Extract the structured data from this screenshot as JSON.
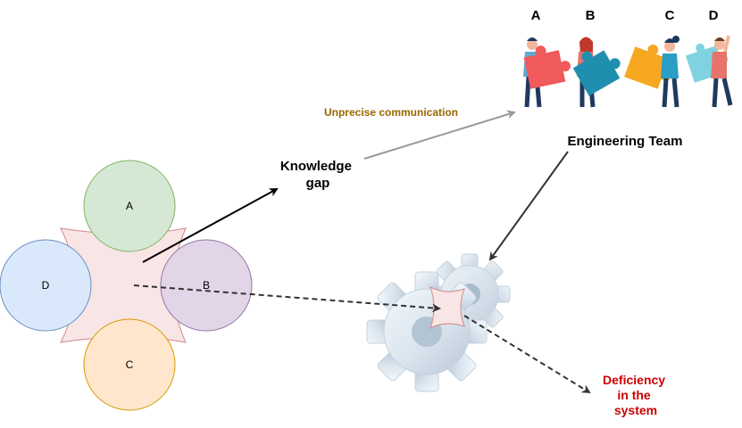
{
  "circles": {
    "a": {
      "label": "A",
      "fill": "#d5e8d4",
      "stroke": "#82b366"
    },
    "b": {
      "label": "B",
      "fill": "#e1d5e7",
      "stroke": "#9673a6"
    },
    "c": {
      "label": "C",
      "fill": "#ffe6cc",
      "stroke": "#d79b00"
    },
    "d": {
      "label": "D",
      "fill": "#dae8fc",
      "stroke": "#6c8ebf"
    }
  },
  "gap_shape": {
    "fill": "#f8e5e5",
    "stroke": "#d28a8a"
  },
  "labels": {
    "knowledge_gap_line1": "Knowledge",
    "knowledge_gap_line2": "gap",
    "unprecise_communication": "Unprecise communication",
    "engineering_team": "Engineering Team",
    "deficiency_line1": "Deficiency",
    "deficiency_line2": "in the",
    "deficiency_line3": "system"
  },
  "team": {
    "members": [
      {
        "letter": "A",
        "puzzle_color": "#f05a5a"
      },
      {
        "letter": "B",
        "puzzle_color": "#1f8fb0"
      },
      {
        "letter": "C",
        "puzzle_color": "#f7a823"
      },
      {
        "letter": "D",
        "puzzle_color": "#7fd3e0"
      }
    ]
  },
  "colors": {
    "unprecise": "#996600",
    "deficiency": "#cc0000",
    "gray_arrow": "#999999",
    "dark_arrow": "#333333"
  }
}
